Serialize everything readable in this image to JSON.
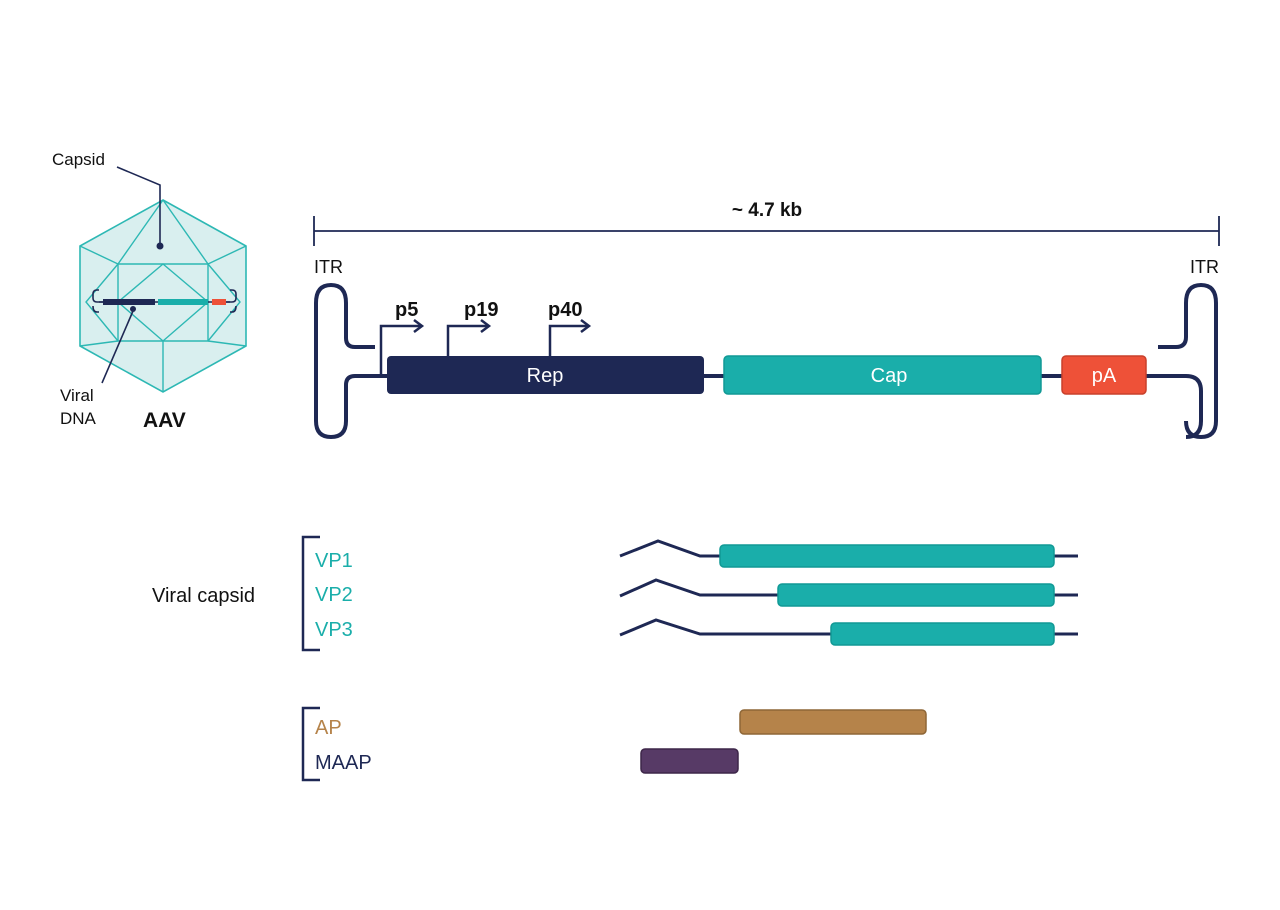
{
  "aav": {
    "title": "AAV",
    "capsid_label": "Capsid",
    "dna_label_line1": "Viral",
    "dna_label_line2": "DNA"
  },
  "genome": {
    "length_label": "~ 4.7 kb",
    "itr_left": "ITR",
    "itr_right": "ITR",
    "promoters": [
      "p5",
      "p19",
      "p40"
    ],
    "rep_label": "Rep",
    "cap_label": "Cap",
    "pa_label": "pA"
  },
  "proteins": {
    "group_label": "Viral capsid",
    "vp": [
      "VP1",
      "VP2",
      "VP3"
    ],
    "ap": "AP",
    "maap": "MAAP"
  },
  "colors": {
    "navy": "#1e2854",
    "teal": "#1aaeaa",
    "teal_dark": "#119995",
    "red": "#ee5138",
    "tan": "#b5834a",
    "purple": "#573a66",
    "capsid_fill": "#d9efef",
    "capsid_line": "#2db8b4"
  }
}
